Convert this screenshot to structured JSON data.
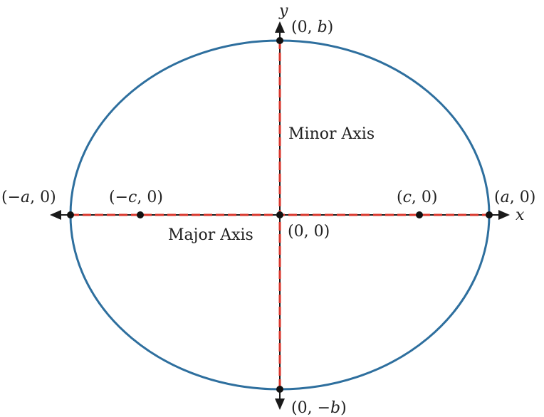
{
  "colors": {
    "ellipse": "#2e6f9e",
    "axis": "#1a1a1a",
    "dash": "#d9352b",
    "point": "#111111"
  },
  "axes": {
    "x": "x",
    "y": "y"
  },
  "annotations": {
    "minor_axis": "Minor Axis",
    "major_axis": "Major Axis"
  },
  "points": {
    "top_vertex": {
      "open": "(0, ",
      "var": "b",
      "close": ")"
    },
    "bottom_vertex": {
      "open": "(0, ",
      "var": "−b",
      "close": ")"
    },
    "left_vertex": {
      "open": "(",
      "var": "−a",
      "close": ", 0)"
    },
    "right_vertex": {
      "open": "(",
      "var": "a",
      "close": ", 0)"
    },
    "left_focus": {
      "open": "(",
      "var": "−c",
      "close": ", 0)"
    },
    "right_focus": {
      "open": "(",
      "var": "c",
      "close": ", 0)"
    },
    "center": "(0, 0)"
  }
}
